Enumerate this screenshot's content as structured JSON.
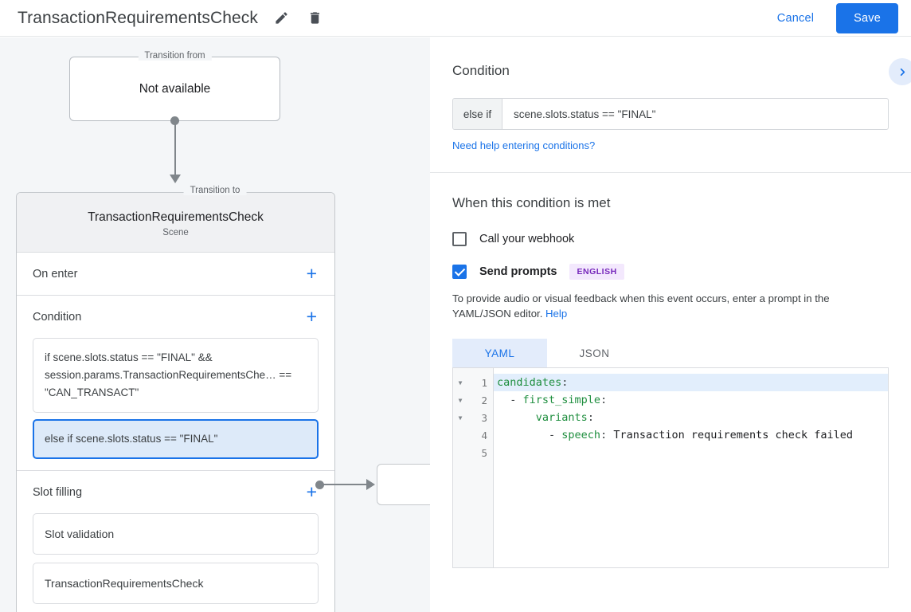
{
  "header": {
    "title": "TransactionRequirementsCheck",
    "edit_icon": "pencil-icon",
    "delete_icon": "trash-icon",
    "cancel_label": "Cancel",
    "save_label": "Save",
    "accent_color": "#1a73e8"
  },
  "canvas": {
    "transition_from": {
      "legend": "Transition from",
      "value": "Not available"
    },
    "transition_to": {
      "legend": "Transition to",
      "scene_name": "TransactionRequirementsCheck",
      "scene_subtitle": "Scene"
    },
    "sections": [
      {
        "title": "On enter",
        "add_label": "+",
        "items": []
      },
      {
        "title": "Condition",
        "add_label": "+",
        "items": [
          {
            "text": "if scene.slots.status == \"FINAL\" && session.params.TransactionRequirementsChe… == \"CAN_TRANSACT\"",
            "selected": false
          },
          {
            "text": "else if scene.slots.status == \"FINAL\"",
            "selected": true
          }
        ]
      },
      {
        "title": "Slot filling",
        "add_label": "+",
        "items": [
          {
            "text": "Slot validation",
            "selected": false
          },
          {
            "text": "TransactionRequirementsCheck",
            "selected": false
          }
        ]
      }
    ]
  },
  "panel": {
    "condition": {
      "title": "Condition",
      "prefix": "else if",
      "value": "scene.slots.status == \"FINAL\"",
      "help_link": "Need help entering conditions?",
      "expand_icon": "chevron-right-icon"
    },
    "when_met": {
      "title": "When this condition is met",
      "webhook": {
        "label": "Call your webhook",
        "checked": false
      },
      "send_prompts": {
        "label": "Send prompts",
        "checked": true,
        "badge": "ENGLISH",
        "badge_bg": "#f3e8fd",
        "badge_fg": "#7627bb"
      },
      "description": "To provide audio or visual feedback when this event occurs, enter a prompt in the YAML/JSON editor.",
      "help_label": "Help"
    },
    "editor": {
      "tabs": [
        {
          "label": "YAML",
          "active": true
        },
        {
          "label": "JSON",
          "active": false
        }
      ],
      "lines": [
        {
          "num": "1",
          "fold": true,
          "active": true,
          "segments": [
            {
              "t": "candidates",
              "c": "tok-key"
            },
            {
              "t": ":",
              "c": "tok-punct"
            }
          ]
        },
        {
          "num": "2",
          "fold": true,
          "active": false,
          "segments": [
            {
              "t": "  - ",
              "c": "tok-punct"
            },
            {
              "t": "first_simple",
              "c": "tok-key"
            },
            {
              "t": ":",
              "c": "tok-punct"
            }
          ]
        },
        {
          "num": "3",
          "fold": true,
          "active": false,
          "segments": [
            {
              "t": "      ",
              "c": "tok-punct"
            },
            {
              "t": "variants",
              "c": "tok-key"
            },
            {
              "t": ":",
              "c": "tok-punct"
            }
          ]
        },
        {
          "num": "4",
          "fold": false,
          "active": false,
          "segments": [
            {
              "t": "        - ",
              "c": "tok-punct"
            },
            {
              "t": "speech",
              "c": "tok-key"
            },
            {
              "t": ":",
              "c": "tok-punct"
            },
            {
              "t": " Transaction requirements check failed",
              "c": "tok-text"
            }
          ]
        },
        {
          "num": "5",
          "fold": false,
          "active": false,
          "segments": []
        }
      ]
    }
  }
}
